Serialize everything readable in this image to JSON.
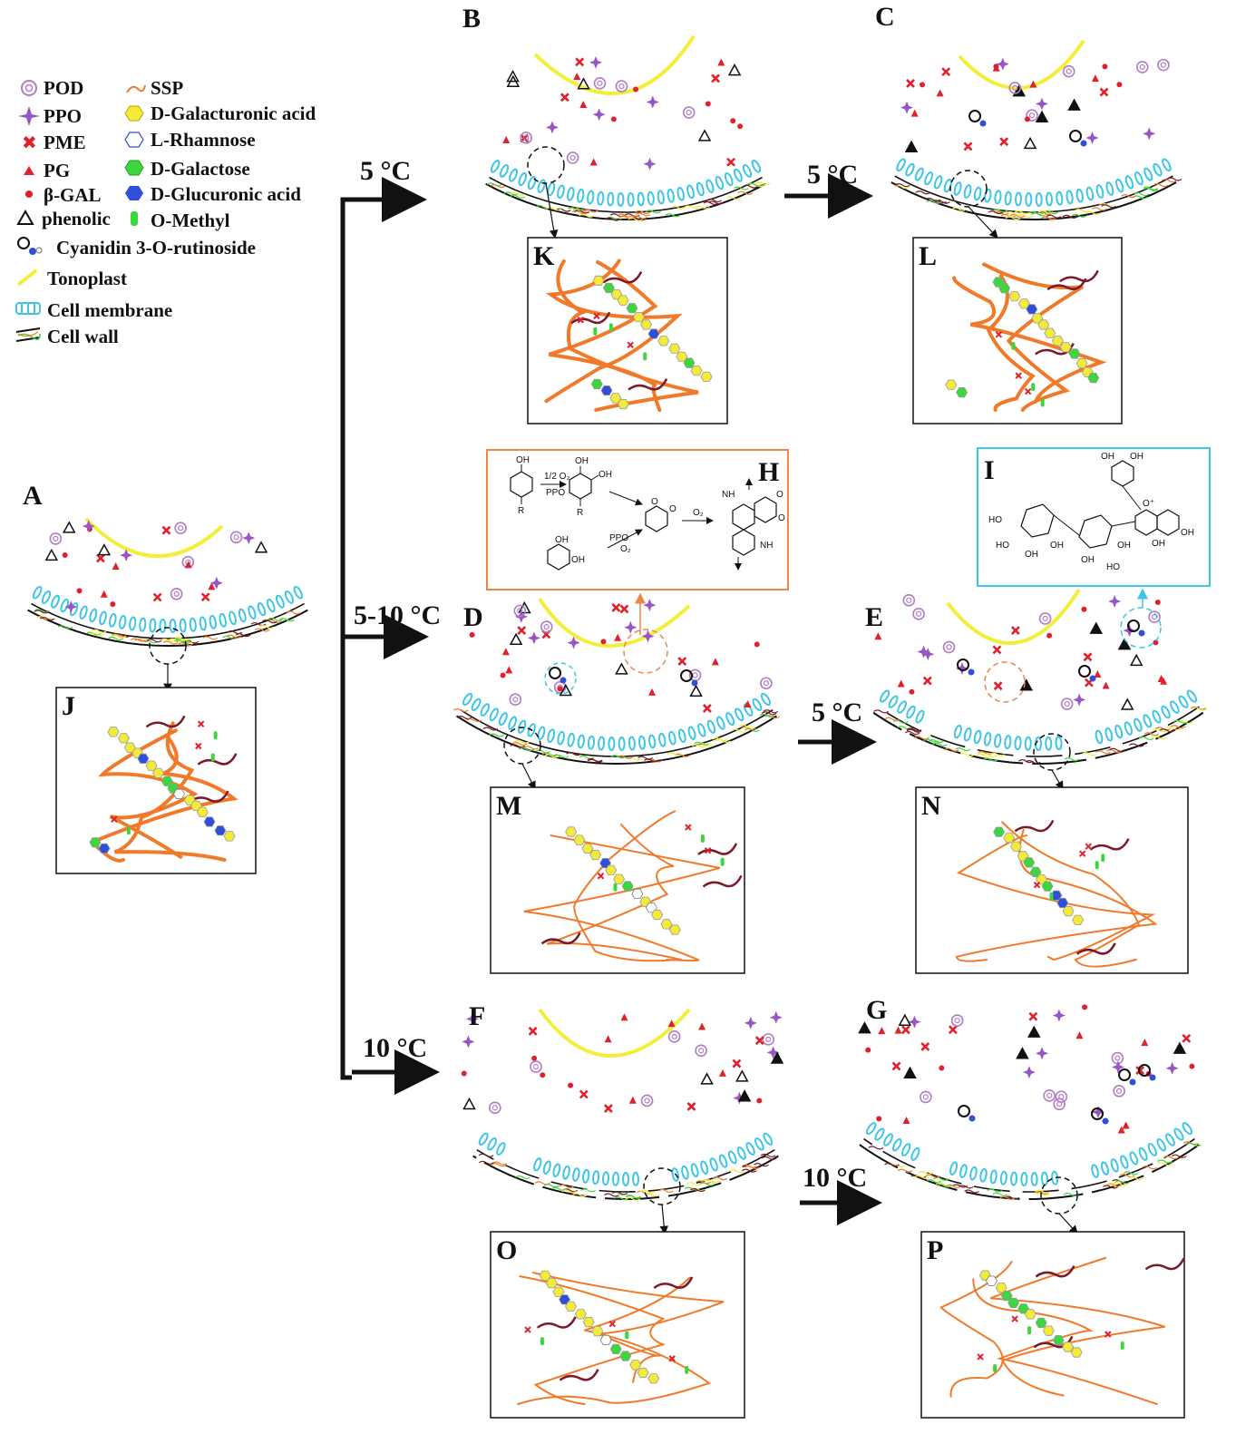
{
  "legend": [
    {
      "key": "pod",
      "label": "POD"
    },
    {
      "key": "ppo",
      "label": "PPO"
    },
    {
      "key": "pme",
      "label": "PME"
    },
    {
      "key": "pg",
      "label": "PG"
    },
    {
      "key": "bgal",
      "label": "β-GAL"
    },
    {
      "key": "phenolic",
      "label": "phenolic"
    },
    {
      "key": "cyanidin",
      "label": "Cyanidin 3-O-rutinoside"
    },
    {
      "key": "tonoplast",
      "label": "Tonoplast"
    },
    {
      "key": "membrane",
      "label": "Cell membrane"
    },
    {
      "key": "wall",
      "label": "Cell wall"
    },
    {
      "key": "ssp",
      "label": "SSP"
    },
    {
      "key": "galacturonic",
      "label": "D-Galacturonic acid"
    },
    {
      "key": "rhamnose",
      "label": "L-Rhamnose"
    },
    {
      "key": "galactose",
      "label": "D-Galactose"
    },
    {
      "key": "glucuronic",
      "label": "D-Glucuronic acid"
    },
    {
      "key": "omethyl",
      "label": "O-Methyl"
    }
  ],
  "panels": {
    "A": "A",
    "B": "B",
    "C": "C",
    "D": "D",
    "E": "E",
    "F": "F",
    "G": "G",
    "H": "H",
    "I": "I",
    "J": "J",
    "K": "K",
    "L": "L",
    "M": "M",
    "N": "N",
    "O": "O",
    "P": "P"
  },
  "temps": {
    "t5_top": "5 °C",
    "t5_bc": "5 °C",
    "t510": "5-10 °C",
    "t5_de": "5 °C",
    "t10": "10 °C",
    "t10_fg": "10 °C"
  },
  "chem_h": {
    "oh1": "OH",
    "oh2": "OH",
    "oh3": "OH",
    "r1": "R",
    "r2": "R",
    "half_o2": "1/2 O₂",
    "ppo1": "PPO",
    "ppo2": "PPO",
    "o2a": "O₂",
    "o2b": "O₂",
    "o1": "O",
    "o2": "O",
    "nh1": "NH",
    "nh2": "NH",
    "o3": "O",
    "o4": "O",
    "oh4": "OH",
    "oh5": "OH"
  },
  "chem_i": {
    "oh_a": "OH",
    "oh_b": "OH",
    "o_plus": "O⁺",
    "oh_c": "OH",
    "oh_d": "OH",
    "ho_a": "HO",
    "ho_b": "HO",
    "oh_e": "OH",
    "oh_f": "OH",
    "oh_g": "OH",
    "oh_h": "OH",
    "ho_c": "HO"
  },
  "colors": {
    "tonoplast": "#f2ee3a",
    "membrane": "#3fc6e6",
    "pod": "#b07cc6",
    "ppo": "#9a55c4",
    "pme": "#e0202a",
    "pg": "#e0202a",
    "galacturonic": "#f3ea3a",
    "galactose": "#3ed63e",
    "glucuronic": "#2f4fd8",
    "chain": "#f07a2a",
    "ssp": "#7a1a2a",
    "boxH": "#e9884a",
    "boxI": "#3fc6e6"
  }
}
